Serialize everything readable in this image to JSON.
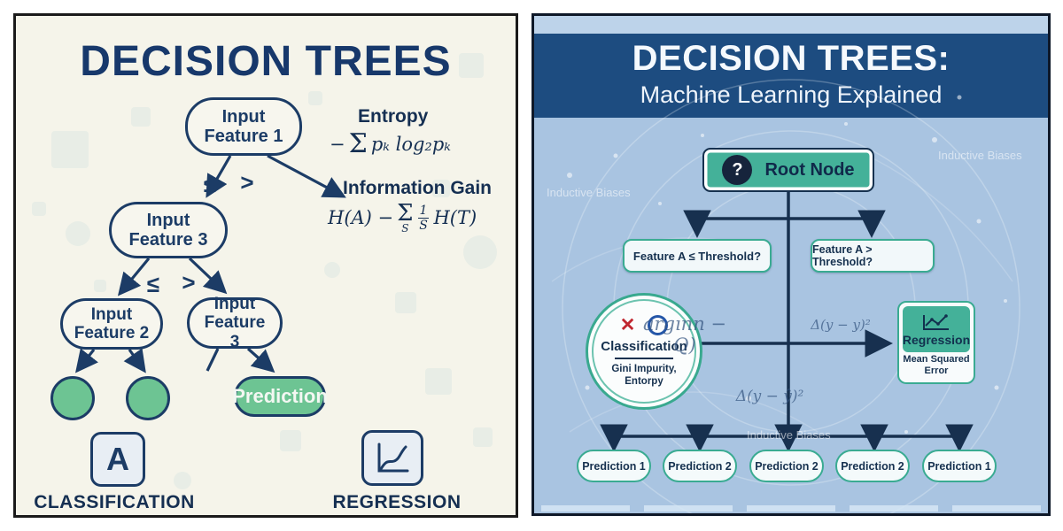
{
  "colors": {
    "left_background": "#f5f4ea",
    "navy": "#1c3c66",
    "green_fill": "#6dc493",
    "right_background": "#a9c4e1",
    "header_blue": "#1d4c80",
    "teal": "#3aab92",
    "teal_fill": "#44b199",
    "dark_text": "#16314f",
    "x_mark_red": "#c0262f",
    "o_mark_blue": "#2456a8"
  },
  "left_panel": {
    "title": "DECISION TREES",
    "nodes": {
      "root": "Input Feature 1",
      "level2": "Input Feature 3",
      "level3_left": "Input Feature 2",
      "level3_right": "Input Feature 3",
      "prediction": "Prediction"
    },
    "edge_labels": {
      "less_equal": "≤",
      "greater": ">"
    },
    "entropy": {
      "title": "Entropy",
      "minus": "−",
      "sigma": "Σ",
      "body": "pₖ log₂pₖ"
    },
    "information_gain": {
      "title": "Information Gain",
      "pre": "H(A) −",
      "sigma": "Σ",
      "sigma_sub": "S",
      "frac_num": "1",
      "frac_den": "S",
      "post": "H(T)"
    },
    "legend": {
      "classification": {
        "icon_letter": "A",
        "label": "CLASSIFICATION"
      },
      "regression": {
        "label": "REGRESSION"
      }
    }
  },
  "right_panel": {
    "title": "DECISION TREES:",
    "subtitle": "Machine Learning Explained",
    "root_node": {
      "icon": "?",
      "label": "Root Node"
    },
    "questions": {
      "left": "Feature A ≤ Threshold?",
      "right": "Feature A > Threshold?"
    },
    "classification": {
      "x_mark": "✕",
      "label": "Classification",
      "criteria1": "Gini Impurity,",
      "criteria2": "Entorpy"
    },
    "regression": {
      "label": "Regression",
      "error1": "Mean Squared",
      "error2": "Error"
    },
    "math": {
      "argmin": "argınn − Q)",
      "delta_top": "Δ(y − y)²",
      "delta_bottom": "Δ(y − ŷ)²"
    },
    "watermark": "Inductive Biases",
    "predictions": [
      "Prediction 1",
      "Prediction 2",
      "Prediction 2",
      "Prediction 2",
      "Prediction 1"
    ]
  }
}
